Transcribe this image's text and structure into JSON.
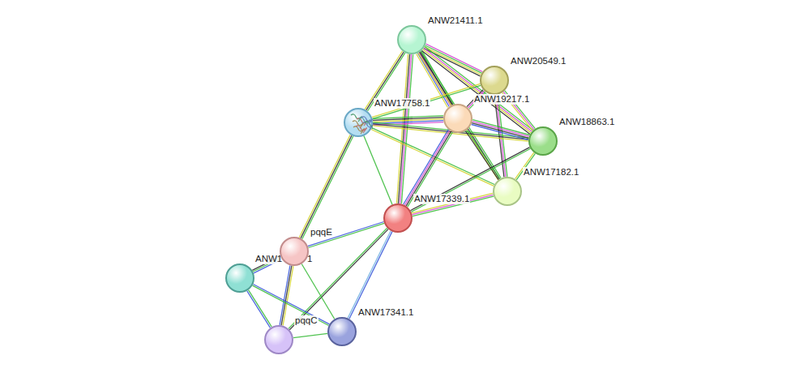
{
  "diagram": {
    "nodes": [
      {
        "text": [
          "ANW21411.1"
        ]
      },
      {
        "text": [
          "ANW20549.1"
        ]
      },
      {
        "text": [
          "ANW17758.1"
        ]
      },
      {
        "text": [
          "ANW19217.1"
        ]
      },
      {
        "text": [
          "ANW18863.1"
        ]
      },
      {
        "text": [
          "ANW17182.1"
        ]
      },
      {
        "text": [
          "ANW17339.1"
        ]
      },
      {
        "text": [
          "pqqE"
        ]
      },
      {
        "text": [
          "ANW1",
          "1"
        ]
      },
      {
        "text": [
          "ANW17341.1"
        ]
      },
      {
        "text": [
          "pqqC"
        ]
      }
    ],
    "edges": [
      {
        "from": 0,
        "to": 2,
        "arrow": "none"
      },
      {
        "from": 0,
        "to": 3,
        "arrow": "none"
      },
      {
        "from": 0,
        "to": 1,
        "arrow": "none"
      },
      {
        "from": 0,
        "to": 4,
        "arrow": "none"
      },
      {
        "from": 0,
        "to": 6,
        "arrow": "none"
      },
      {
        "from": 0,
        "to": 5,
        "arrow": "none"
      },
      {
        "from": 1,
        "to": 2,
        "arrow": "none"
      },
      {
        "from": 1,
        "to": 3,
        "arrow": "none"
      },
      {
        "from": 1,
        "to": 4,
        "arrow": "none"
      },
      {
        "from": 1,
        "to": 5,
        "arrow": "none"
      },
      {
        "from": 2,
        "to": 3,
        "arrow": "none"
      },
      {
        "from": 2,
        "to": 4,
        "arrow": "none"
      },
      {
        "from": 2,
        "to": 5,
        "arrow": "none"
      },
      {
        "from": 2,
        "to": 6,
        "arrow": "none"
      },
      {
        "from": 2,
        "to": 7,
        "arrow": "none"
      },
      {
        "from": 3,
        "to": 4,
        "arrow": "none"
      },
      {
        "from": 3,
        "to": 5,
        "arrow": "none"
      },
      {
        "from": 3,
        "to": 6,
        "arrow": "none"
      },
      {
        "from": 4,
        "to": 5,
        "arrow": "none"
      },
      {
        "from": 4,
        "to": 6,
        "arrow": "none"
      },
      {
        "from": 5,
        "to": 6,
        "arrow": "none"
      },
      {
        "from": 6,
        "to": 7,
        "arrow": "none"
      },
      {
        "from": 6,
        "to": 10,
        "arrow": "none"
      },
      {
        "from": 6,
        "to": 9,
        "arrow": "none"
      },
      {
        "from": 7,
        "to": 8,
        "arrow": "none"
      },
      {
        "from": 7,
        "to": 10,
        "arrow": "none"
      },
      {
        "from": 7,
        "to": 9,
        "arrow": "none"
      },
      {
        "from": 8,
        "to": 10,
        "arrow": "none"
      },
      {
        "from": 8,
        "to": 9,
        "arrow": "none"
      },
      {
        "from": 10,
        "to": 9,
        "arrow": "none"
      }
    ]
  }
}
